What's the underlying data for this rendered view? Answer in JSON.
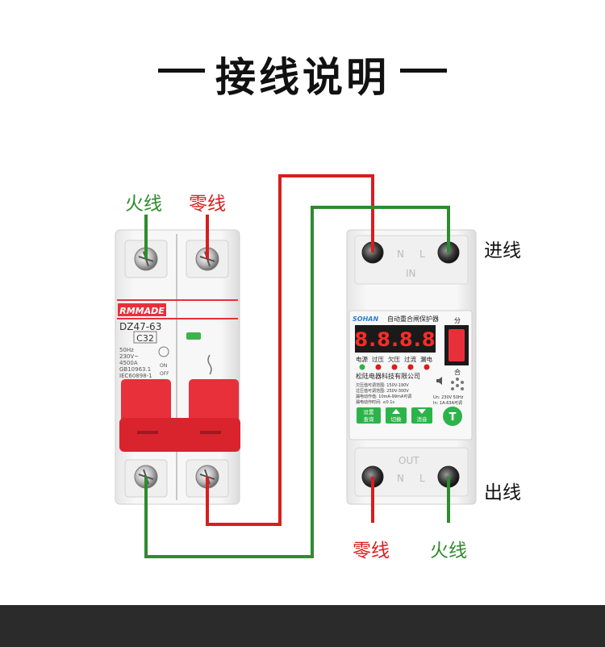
{
  "title": "接线说明",
  "labels": {
    "live_top": "火线",
    "neutral_top": "零线",
    "in_line": "进线",
    "out_line": "出线",
    "neutral_bottom": "零线",
    "live_bottom": "火线"
  },
  "breaker": {
    "brand": "RMMADE",
    "model": "DZ47-63",
    "rating": "C32",
    "specs": [
      "50Hz",
      "230V~",
      "4500A",
      "GB10963.1",
      "IEC60898-1"
    ],
    "on": "ON",
    "off": "OFF"
  },
  "protector": {
    "brand": "SOHAN",
    "name": "自动重合闸保护器",
    "top_marks": [
      "N",
      "L"
    ],
    "in_label": "IN",
    "out_label": "OUT",
    "bottom_marks": [
      "N",
      "L"
    ],
    "display": "8.8.8.8",
    "switch_top": "分",
    "switch_bottom": "合",
    "indicators": [
      "电源",
      "过压",
      "欠压",
      "过流",
      "漏电"
    ],
    "company": "松陆电器科技有限公司",
    "spec_lines": [
      "欠压值可调范围:  150V-190V",
      "过压值可调范围:  250V-300V",
      "漏电动作值:  10mA-99mA可调",
      "漏电动作时间:  ≤0.1s"
    ],
    "spec_right": [
      "Un: 230V 50Hz",
      "In: 1A-63A可调"
    ],
    "buttons": [
      "设置\n查询",
      "切换",
      "消音"
    ],
    "test_button": "T"
  },
  "colors": {
    "live": "#2e8b2e",
    "neutral": "#d81e1e",
    "breaker_red": "#e8303a"
  }
}
